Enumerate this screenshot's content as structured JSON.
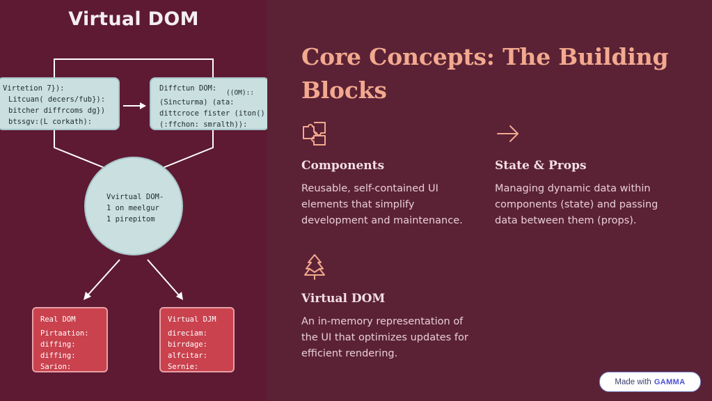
{
  "diagram": {
    "title": "Virtual DOM",
    "box_top_left": [
      "Virtetion 7}):",
      "Litcuan( decers/fub}):",
      "bitcher diffrcoms dg})",
      "btssgv:(L corkath):"
    ],
    "box_top_right": [
      "Diffctun DOM:",
      "((OM)::",
      "(Sincturma) (ata:",
      "dittcroce fister (iton()",
      "(:ffchon: smralth)):"
    ],
    "circle": [
      "Vvirtual DOM-",
      "1 on meelgur",
      "1 pirepitom"
    ],
    "box_bottom_left": [
      "Real DOM",
      "Pirtaation:",
      "diffing:",
      "diffing:",
      "Sarion:"
    ],
    "box_bottom_right": [
      "Virtual DJM",
      "direciam:",
      "birrdage:",
      "alfcitar:",
      "Sernie:"
    ]
  },
  "heading": "Core Concepts: The Building Blocks",
  "cards": [
    {
      "icon": "puzzle-icon",
      "title": "Components",
      "description": "Reusable, self-contained UI elements that simplify development and maintenance."
    },
    {
      "icon": "arrow-right-icon",
      "title": "State & Props",
      "description": "Managing dynamic data within components (state) and passing data between them (props)."
    },
    {
      "icon": "tree-icon",
      "title": "Virtual DOM",
      "description": "An in-memory representation of the UI that optimizes updates for efficient rendering."
    }
  ],
  "badge": {
    "prefix": "Made with",
    "brand": "GAMMA"
  },
  "colors": {
    "background": "#5b2236",
    "left_panel": "#5e1a33",
    "heading": "#f2a98e",
    "accent_icon": "#f2a98e",
    "box_fill": "#c9dfe0",
    "red_box_fill": "#c9424e"
  }
}
